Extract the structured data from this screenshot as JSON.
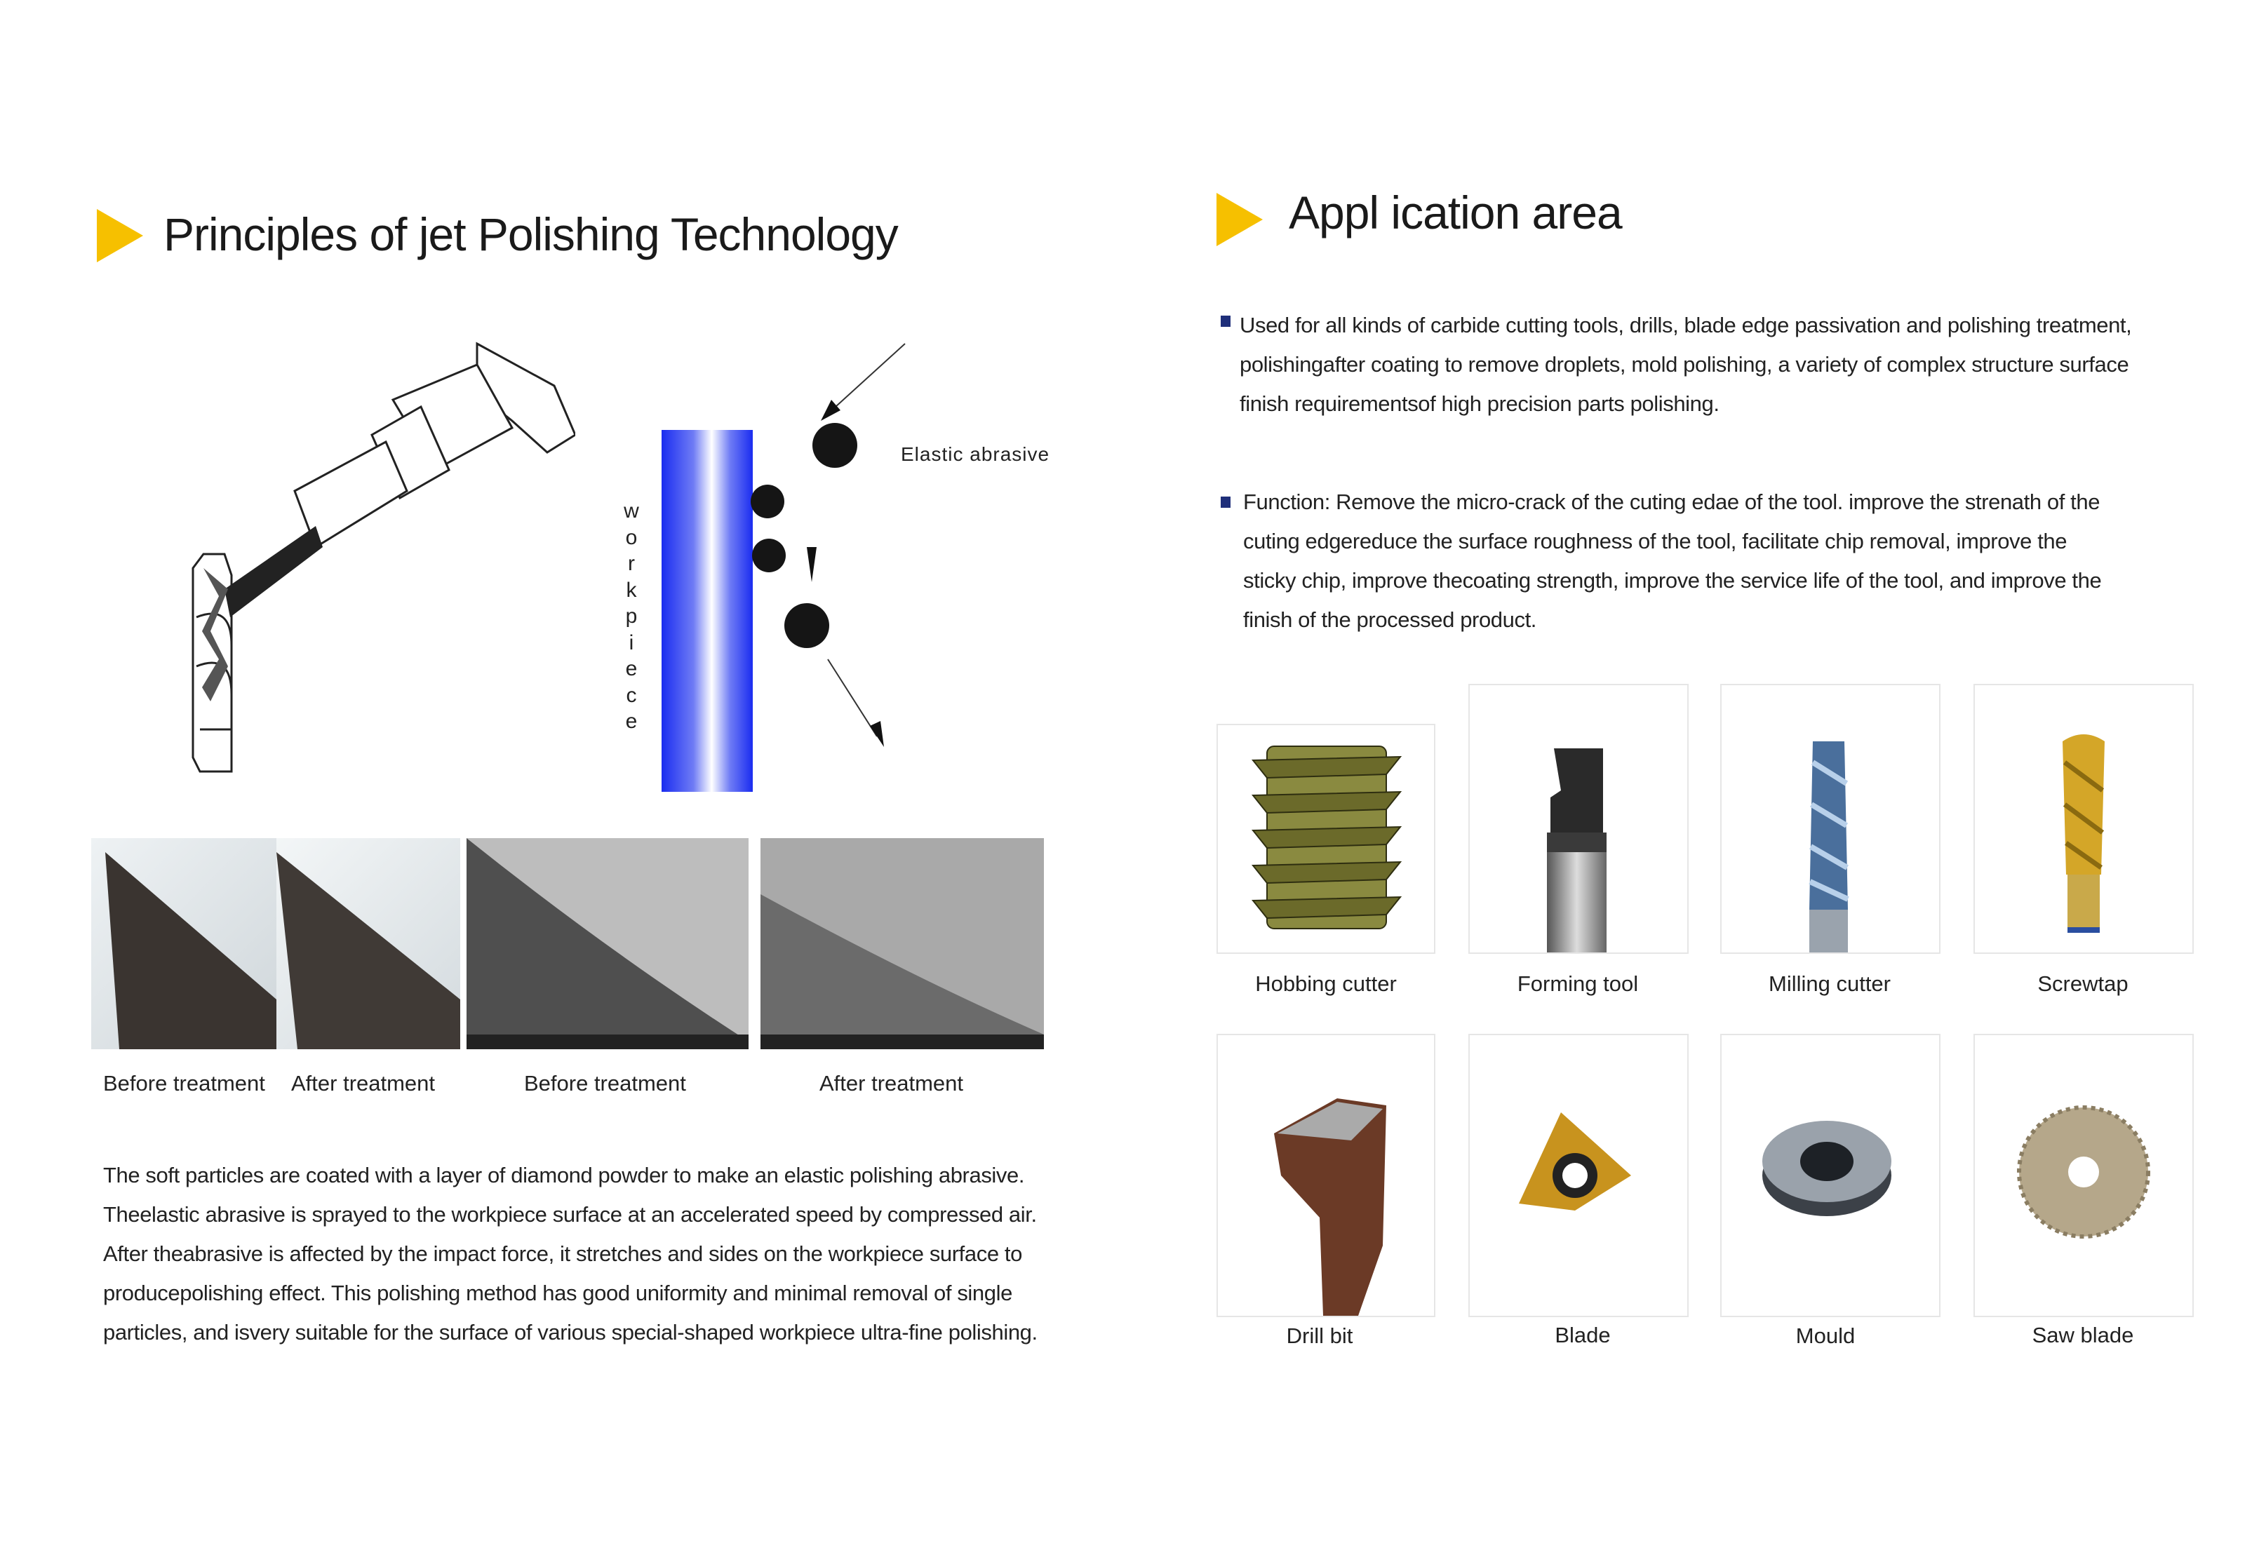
{
  "left": {
    "title": "Principles of jet Polishing Technology",
    "diagram": {
      "workpiece_label": [
        "w",
        "o",
        "r",
        "k",
        "p",
        "i",
        "e",
        "c",
        "e"
      ],
      "abrasive_label": "Elastic  abrasive"
    },
    "captions": [
      "Before treatment",
      "After treatment",
      "Before treatment",
      "After treatment"
    ],
    "paragraph": [
      "The  soft  particles are coated with a layer of diamond powder to make an elastic polishing abrasive.",
      "Theelastic abrasive is sprayed to the workpiece surface at an accelerated speed by compressed air.",
      "After theabrasive is affected by the impact force, it stretches and sides on the workpiece surface to",
      "producepolishing effect. This polishing method has good uniformity and minimal removal of single",
      "particles, and isvery suitable for the surface of various special-shaped workpiece ultra-fine polishing."
    ]
  },
  "right": {
    "title": "Appl ication area",
    "bullets": [
      {
        "lines": [
          "Used for all kinds of carbide cutting tools, drills, blade edge passivation and polishing treatment,",
          "polishingafter coating to remove droplets, mold polishing, a variety of complex structure surface",
          "finish requirementsof high precision parts polishing."
        ]
      },
      {
        "lines": [
          "Function: Remove the micro-crack of the cuting edae of the tool. improve the strenath of the",
          "cuting edgereduce the surface roughness of the tool, facilitate chip removal, improve the",
          "sticky chip, improve thecoating strength, improve the service life of the tool, and improve the",
          "finish of the processed product."
        ]
      }
    ],
    "products": [
      {
        "label": "Hobbing cutter",
        "icon": "hobbing-cutter"
      },
      {
        "label": "Forming tool",
        "icon": "forming-tool"
      },
      {
        "label": "Milling cutter",
        "icon": "milling-cutter"
      },
      {
        "label": "Screwtap",
        "icon": "screwtap"
      },
      {
        "label": "Drill bit",
        "icon": "drill-bit"
      },
      {
        "label": "Blade",
        "icon": "blade"
      },
      {
        "label": "Mould",
        "icon": "mould"
      },
      {
        "label": "Saw blade",
        "icon": "saw-blade"
      }
    ]
  },
  "colors": {
    "accent": "#f6c000",
    "bullet": "#1f2f7a",
    "workpiece": "#1a2cf0"
  }
}
